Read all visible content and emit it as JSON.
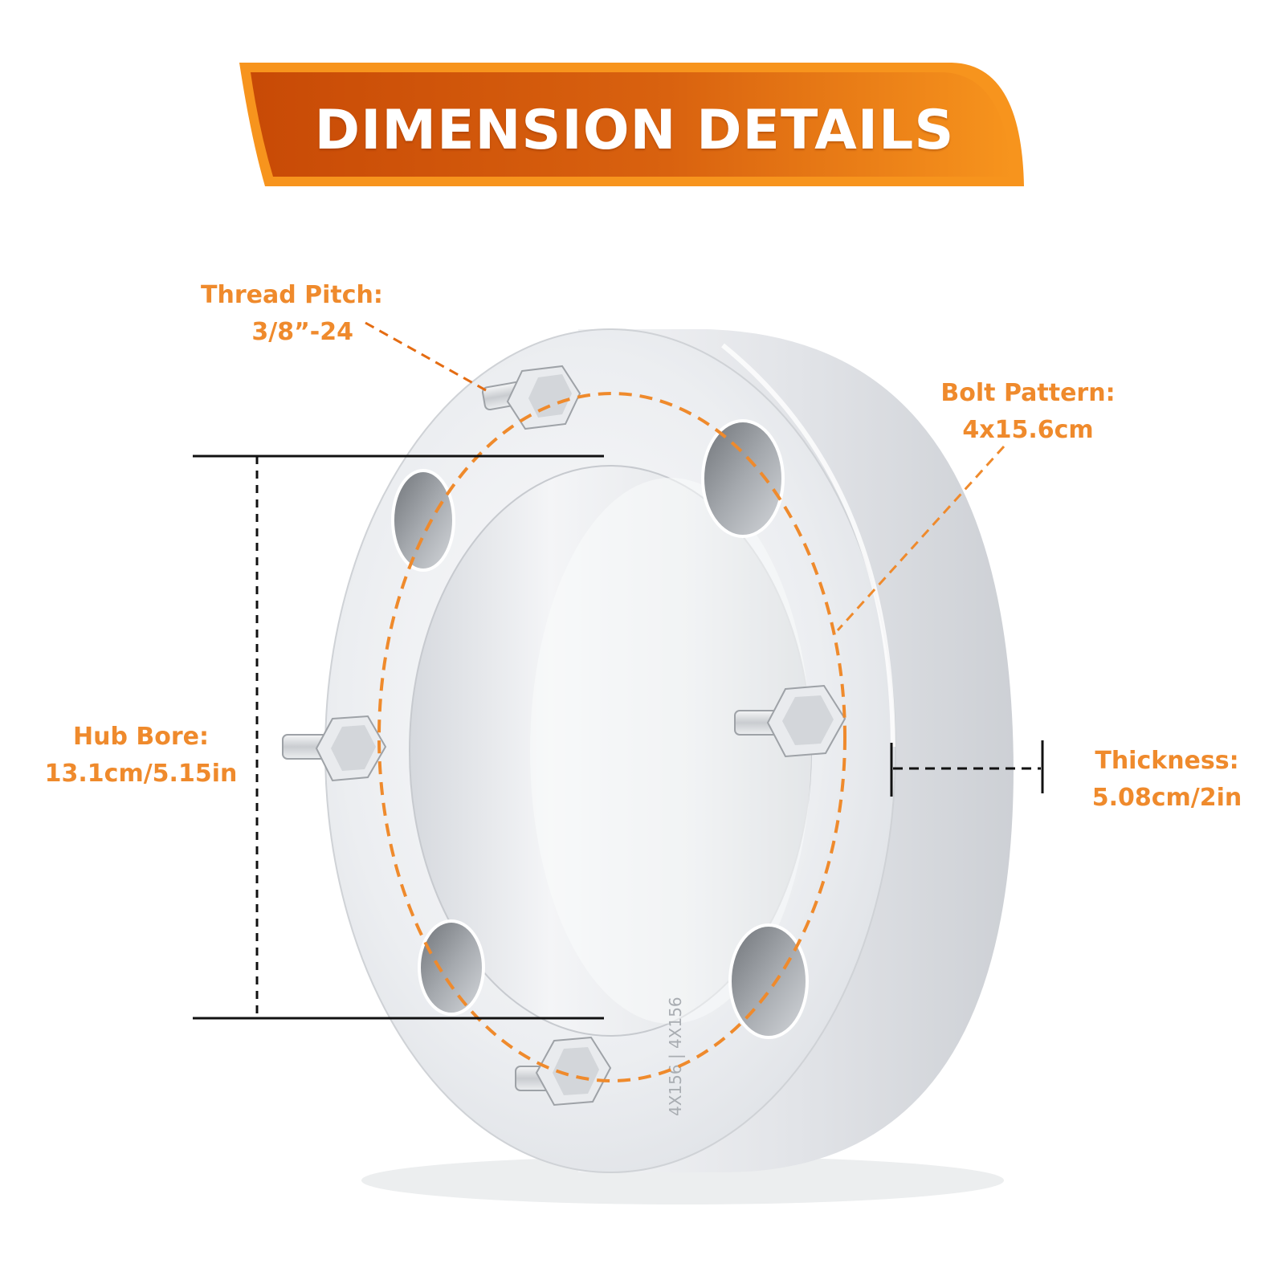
{
  "banner": {
    "title": "DIMENSION DETAILS"
  },
  "labels": {
    "thread_pitch": {
      "name": "Thread Pitch:",
      "value": "3/8”-24"
    },
    "bolt_pattern": {
      "name": "Bolt Pattern:",
      "value": "4x15.6cm"
    },
    "hub_bore": {
      "name": "Hub Bore:",
      "value": "13.1cm/5.15in"
    },
    "thickness": {
      "name": "Thickness:",
      "value": "5.08cm/2in"
    }
  },
  "engraving": {
    "text": "4X156 | 4X156"
  },
  "colors": {
    "accent": "#ef8a2c",
    "banner_dark": "#c84a06",
    "banner_light": "#f7941d",
    "metal": "#e3e5e8"
  }
}
